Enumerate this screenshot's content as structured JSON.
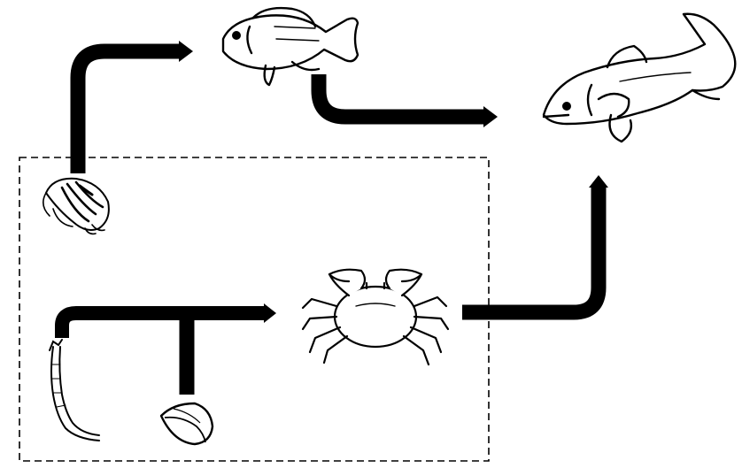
{
  "diagram": {
    "type": "food-web",
    "background_color": "#ffffff",
    "ink_color": "#000000",
    "organisms": [
      {
        "id": "shrimp",
        "icon": "shrimp-icon"
      },
      {
        "id": "small-fish",
        "icon": "small-fish-icon"
      },
      {
        "id": "large-fish",
        "icon": "large-fish-icon"
      },
      {
        "id": "crab",
        "icon": "crab-icon"
      },
      {
        "id": "worm",
        "icon": "worm-icon"
      },
      {
        "id": "mussel",
        "icon": "mussel-icon"
      }
    ],
    "links": [
      {
        "from": "shrimp",
        "to": "small-fish"
      },
      {
        "from": "small-fish",
        "to": "large-fish"
      },
      {
        "from": "crab",
        "to": "large-fish"
      },
      {
        "from": "worm",
        "to": "crab"
      },
      {
        "from": "mussel",
        "to": "crab"
      }
    ],
    "boundary": {
      "style": "dashed",
      "encloses": [
        "shrimp",
        "crab",
        "worm",
        "mussel"
      ]
    }
  }
}
